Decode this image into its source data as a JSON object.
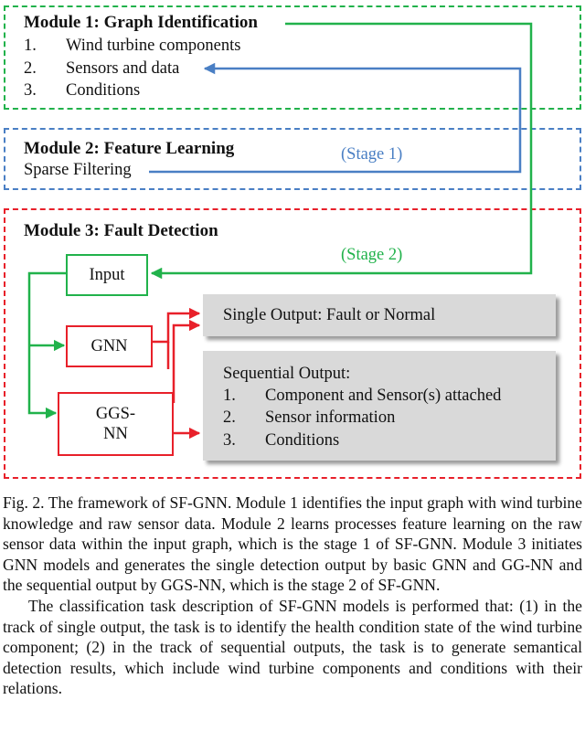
{
  "figure": {
    "module1": {
      "title": "Module 1: Graph Identification",
      "items": [
        {
          "num": "1.",
          "text": "Wind turbine components"
        },
        {
          "num": "2.",
          "text": "Sensors and data"
        },
        {
          "num": "3.",
          "text": "Conditions"
        }
      ],
      "color": "#21b24b"
    },
    "module2": {
      "title": "Module 2: Feature Learning",
      "item": "Sparse Filtering",
      "stage": "(Stage 1)",
      "color": "#4a7fc4"
    },
    "module3": {
      "title": "Module 3: Fault Detection",
      "stage": "(Stage 2)",
      "color": "#e8202a",
      "nodes": {
        "input": "Input",
        "gnn": "GNN",
        "ggsnn_line1": "GGS-",
        "ggsnn_line2": "NN"
      },
      "single_output": "Single Output: Fault or Normal",
      "sequential_output": {
        "title": "Sequential Output:",
        "items": [
          {
            "num": "1.",
            "text": "Component and Sensor(s) attached"
          },
          {
            "num": "2.",
            "text": "Sensor information"
          },
          {
            "num": "3.",
            "text": "Conditions"
          }
        ]
      }
    }
  },
  "caption": {
    "para1": "Fig. 2.  The framework of SF-GNN. Module 1 identifies the input graph with wind turbine knowledge and raw sensor data. Module 2 learns processes feature learning on the raw sensor data within the input graph, which is the stage 1 of SF-GNN. Module 3 initiates GNN models and generates the single detection output by basic GNN and GG-NN and the sequential output by GGS-NN, which is the stage 2 of SF-GNN.",
    "para2": "The classification task description of SF-GNN models is performed that: (1) in the track of single output, the task is to identify the health condition state of the wind turbine component; (2) in the track of sequential outputs, the task is to generate semantical detection results, which include wind turbine components and conditions with their relations."
  }
}
